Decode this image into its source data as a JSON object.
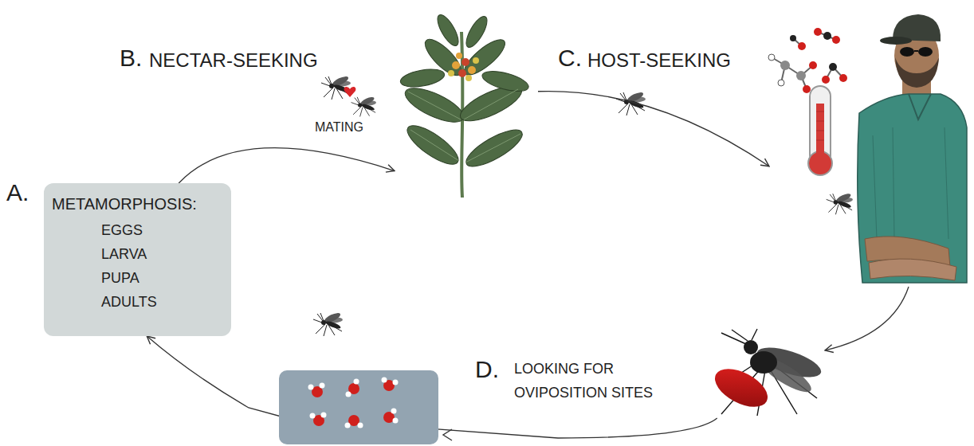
{
  "diagram": {
    "nodes": [
      {
        "text": [
          "A.",
          "METAMORPHOSIS:",
          "EGGS",
          "LARVA",
          "PUPA",
          "ADULTS"
        ]
      },
      {
        "text": [
          "B.",
          "NECTAR-SEEKING",
          "MATING"
        ]
      },
      {
        "text": [
          "C.",
          "HOST-SEEKING"
        ]
      },
      {
        "text": [
          "D.",
          "LOOKING FOR OVIPOSITION SITES"
        ]
      }
    ],
    "edges": [
      {
        "from": 0,
        "to": 1,
        "arrow": "to"
      },
      {
        "from": 1,
        "to": 2,
        "arrow": "to"
      },
      {
        "from": 2,
        "to": 3,
        "arrow": "to"
      },
      {
        "from": 3,
        "to": 0,
        "arrow": "to"
      }
    ]
  }
}
